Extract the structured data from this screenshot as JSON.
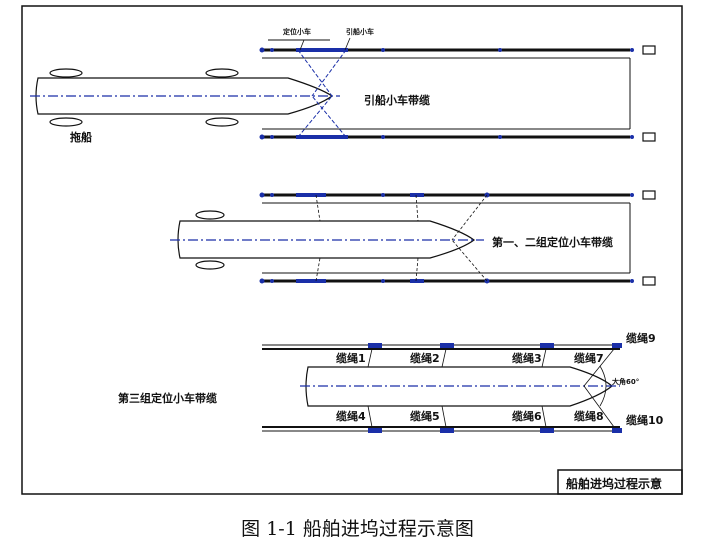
{
  "diagram": {
    "title_box": "船舶进坞过程示意",
    "stage1": {
      "dinghy_label": "定位小车",
      "tow_cart_label": "引船小车",
      "tow_cable_label": "引船小车带缆",
      "tug_label": "拖船"
    },
    "stage2": {
      "label": "第一、二组定位小车带缆"
    },
    "stage3": {
      "label": "第三组定位小车带缆",
      "cable9": "缆绳9",
      "cable10": "缆绳10",
      "top_cables": [
        "缆绳1",
        "缆绳2",
        "缆绳3",
        "缆绳7"
      ],
      "bottom_cables": [
        "缆绳4",
        "缆绳5",
        "缆绳6",
        "缆绳8"
      ],
      "angle": "大角60°"
    }
  },
  "caption": "图 1-1 船舶进坞过程示意图",
  "colors": {
    "line": "#111111",
    "accent": "#1a2fa8"
  }
}
